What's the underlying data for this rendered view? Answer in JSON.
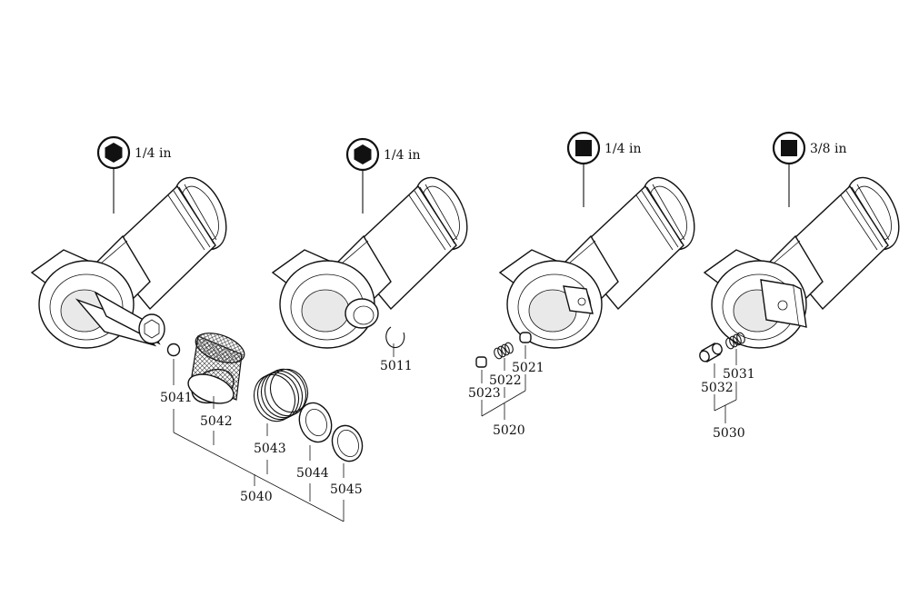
{
  "badges": [
    {
      "shape": "hex",
      "label": "1/4 in"
    },
    {
      "shape": "hex",
      "label": "1/4 in"
    },
    {
      "shape": "square",
      "label": "1/4 in"
    },
    {
      "shape": "square",
      "label": "3/8 in"
    }
  ],
  "parts": {
    "p5041": "5041",
    "p5042": "5042",
    "p5043": "5043",
    "p5044": "5044",
    "p5045": "5045",
    "p5040": "5040",
    "p5011": "5011",
    "p5021": "5021",
    "p5022": "5022",
    "p5023": "5023",
    "p5020": "5020",
    "p5031": "5031",
    "p5032": "5032",
    "p5030": "5030"
  }
}
